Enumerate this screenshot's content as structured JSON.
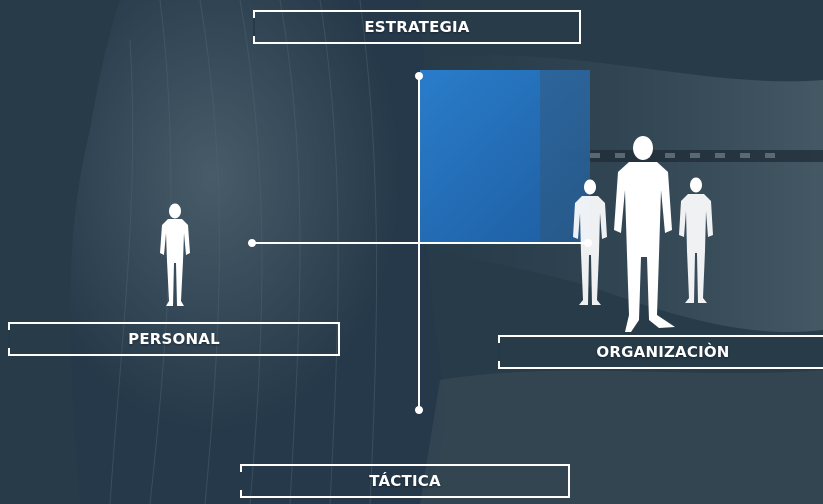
{
  "labels": {
    "top": "ESTRATEGIA",
    "left": "PERSONAL",
    "right": "ORGANIZACIÒN",
    "bottom": "TÁCTICA"
  },
  "colors": {
    "background": "#253a48",
    "accent": "#2d7fd0",
    "line": "#ffffff",
    "figure": "#ffffff"
  },
  "icons": {
    "person": "person-silhouette-icon",
    "group": "group-silhouette-icon"
  }
}
